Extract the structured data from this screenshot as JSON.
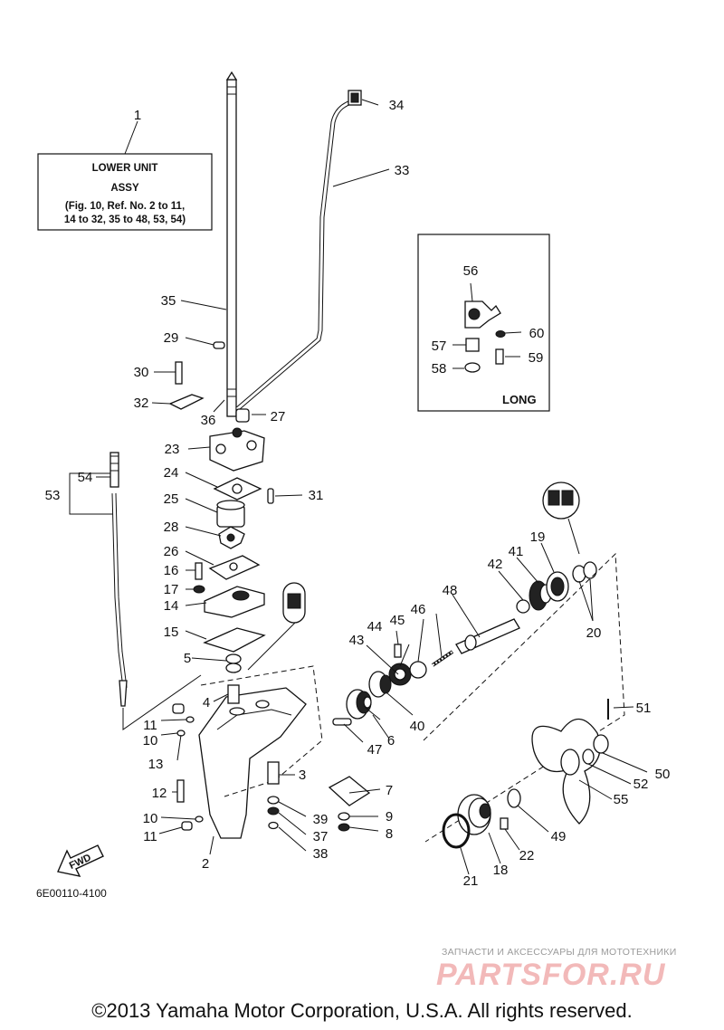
{
  "callouts": [
    {
      "id": "c1",
      "text": "1"
    },
    {
      "id": "c2",
      "text": "2"
    },
    {
      "id": "c3",
      "text": "3"
    },
    {
      "id": "c4",
      "text": "4"
    },
    {
      "id": "c5",
      "text": "5"
    },
    {
      "id": "c6",
      "text": "6"
    },
    {
      "id": "c7",
      "text": "7"
    },
    {
      "id": "c8",
      "text": "8"
    },
    {
      "id": "c9",
      "text": "9"
    },
    {
      "id": "c10a",
      "text": "10"
    },
    {
      "id": "c10b",
      "text": "10"
    },
    {
      "id": "c11a",
      "text": "11"
    },
    {
      "id": "c11b",
      "text": "11"
    },
    {
      "id": "c12",
      "text": "12"
    },
    {
      "id": "c13",
      "text": "13"
    },
    {
      "id": "c14",
      "text": "14"
    },
    {
      "id": "c15",
      "text": "15"
    },
    {
      "id": "c16",
      "text": "16"
    },
    {
      "id": "c17",
      "text": "17"
    },
    {
      "id": "c18",
      "text": "18"
    },
    {
      "id": "c19",
      "text": "19"
    },
    {
      "id": "c20",
      "text": "20"
    },
    {
      "id": "c21",
      "text": "21"
    },
    {
      "id": "c22",
      "text": "22"
    },
    {
      "id": "c23",
      "text": "23"
    },
    {
      "id": "c24",
      "text": "24"
    },
    {
      "id": "c25",
      "text": "25"
    },
    {
      "id": "c26",
      "text": "26"
    },
    {
      "id": "c27",
      "text": "27"
    },
    {
      "id": "c28",
      "text": "28"
    },
    {
      "id": "c29",
      "text": "29"
    },
    {
      "id": "c30",
      "text": "30"
    },
    {
      "id": "c31",
      "text": "31"
    },
    {
      "id": "c32",
      "text": "32"
    },
    {
      "id": "c33",
      "text": "33"
    },
    {
      "id": "c34",
      "text": "34"
    },
    {
      "id": "c35",
      "text": "35"
    },
    {
      "id": "c36",
      "text": "36"
    },
    {
      "id": "c37",
      "text": "37"
    },
    {
      "id": "c38",
      "text": "38"
    },
    {
      "id": "c39",
      "text": "39"
    },
    {
      "id": "c40",
      "text": "40"
    },
    {
      "id": "c41",
      "text": "41"
    },
    {
      "id": "c42",
      "text": "42"
    },
    {
      "id": "c43",
      "text": "43"
    },
    {
      "id": "c44",
      "text": "44"
    },
    {
      "id": "c45",
      "text": "45"
    },
    {
      "id": "c46",
      "text": "46"
    },
    {
      "id": "c47",
      "text": "47"
    },
    {
      "id": "c48",
      "text": "48"
    },
    {
      "id": "c49",
      "text": "49"
    },
    {
      "id": "c50",
      "text": "50"
    },
    {
      "id": "c51",
      "text": "51"
    },
    {
      "id": "c52",
      "text": "52"
    },
    {
      "id": "c53",
      "text": "53"
    },
    {
      "id": "c54",
      "text": "54"
    },
    {
      "id": "c55",
      "text": "55"
    },
    {
      "id": "c56",
      "text": "56"
    },
    {
      "id": "c57",
      "text": "57"
    },
    {
      "id": "c58",
      "text": "58"
    },
    {
      "id": "c59",
      "text": "59"
    },
    {
      "id": "c60",
      "text": "60"
    }
  ],
  "assy_box": {
    "line1": "LOWER UNIT",
    "line2": "ASSY",
    "line3": "(Fig. 10, Ref. No. 2 to 11,",
    "line4": "14 to 32, 35 to 48, 53, 54)"
  },
  "long_box": {
    "label": "LONG"
  },
  "fwd_label": "FWD",
  "diagram_code": "6E00110-4100",
  "watermark": {
    "line1": "ЗАПЧАСТИ И АКСЕССУАРЫ ДЛЯ МОТОТЕХНИКИ",
    "line2": "PARTSFOR.RU"
  },
  "copyright": "©2013 Yamaha Motor Corporation, U.S.A. All rights reserved."
}
